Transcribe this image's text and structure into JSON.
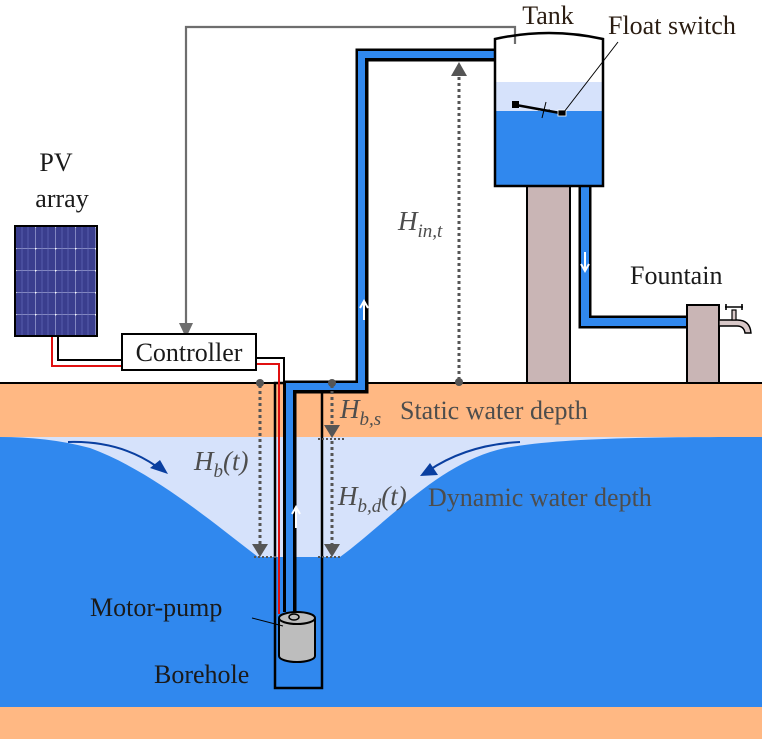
{
  "diagram": {
    "title": "Solar photovoltaic water pumping system",
    "colors": {
      "ground": "#ffb883",
      "aquifer": "#3088ee",
      "drawdown": "#d6e2fb",
      "pipe_water": "#3088ee",
      "tower": "#c9b5b5",
      "pump": "#bdbdbd",
      "pv_panel": "#3a3e8e",
      "dc_wire": "#e01010",
      "signal_line": "#6e6e6e",
      "dimension": "#555555",
      "flow_arrow": "#0a3fa0"
    },
    "labels": {
      "tank": "Tank",
      "float_switch": "Float switch",
      "pv_array_line1": "PV",
      "pv_array_line2": "array",
      "controller": "Controller",
      "fountain": "Fountain",
      "static_water_depth": "Static water depth",
      "dynamic_water_depth": "Dynamic water depth",
      "motor_pump": "Motor-pump",
      "borehole": "Borehole"
    },
    "symbols": {
      "h_in_t": {
        "base": "H",
        "sub": "in,t"
      },
      "h_b_s": {
        "base": "H",
        "sub": "b,s"
      },
      "h_b_t": {
        "base": "H",
        "sub": "b",
        "suffix": "(t)"
      },
      "h_b_d_t": {
        "base": "H",
        "sub": "b,d",
        "suffix": "(t)"
      }
    }
  }
}
